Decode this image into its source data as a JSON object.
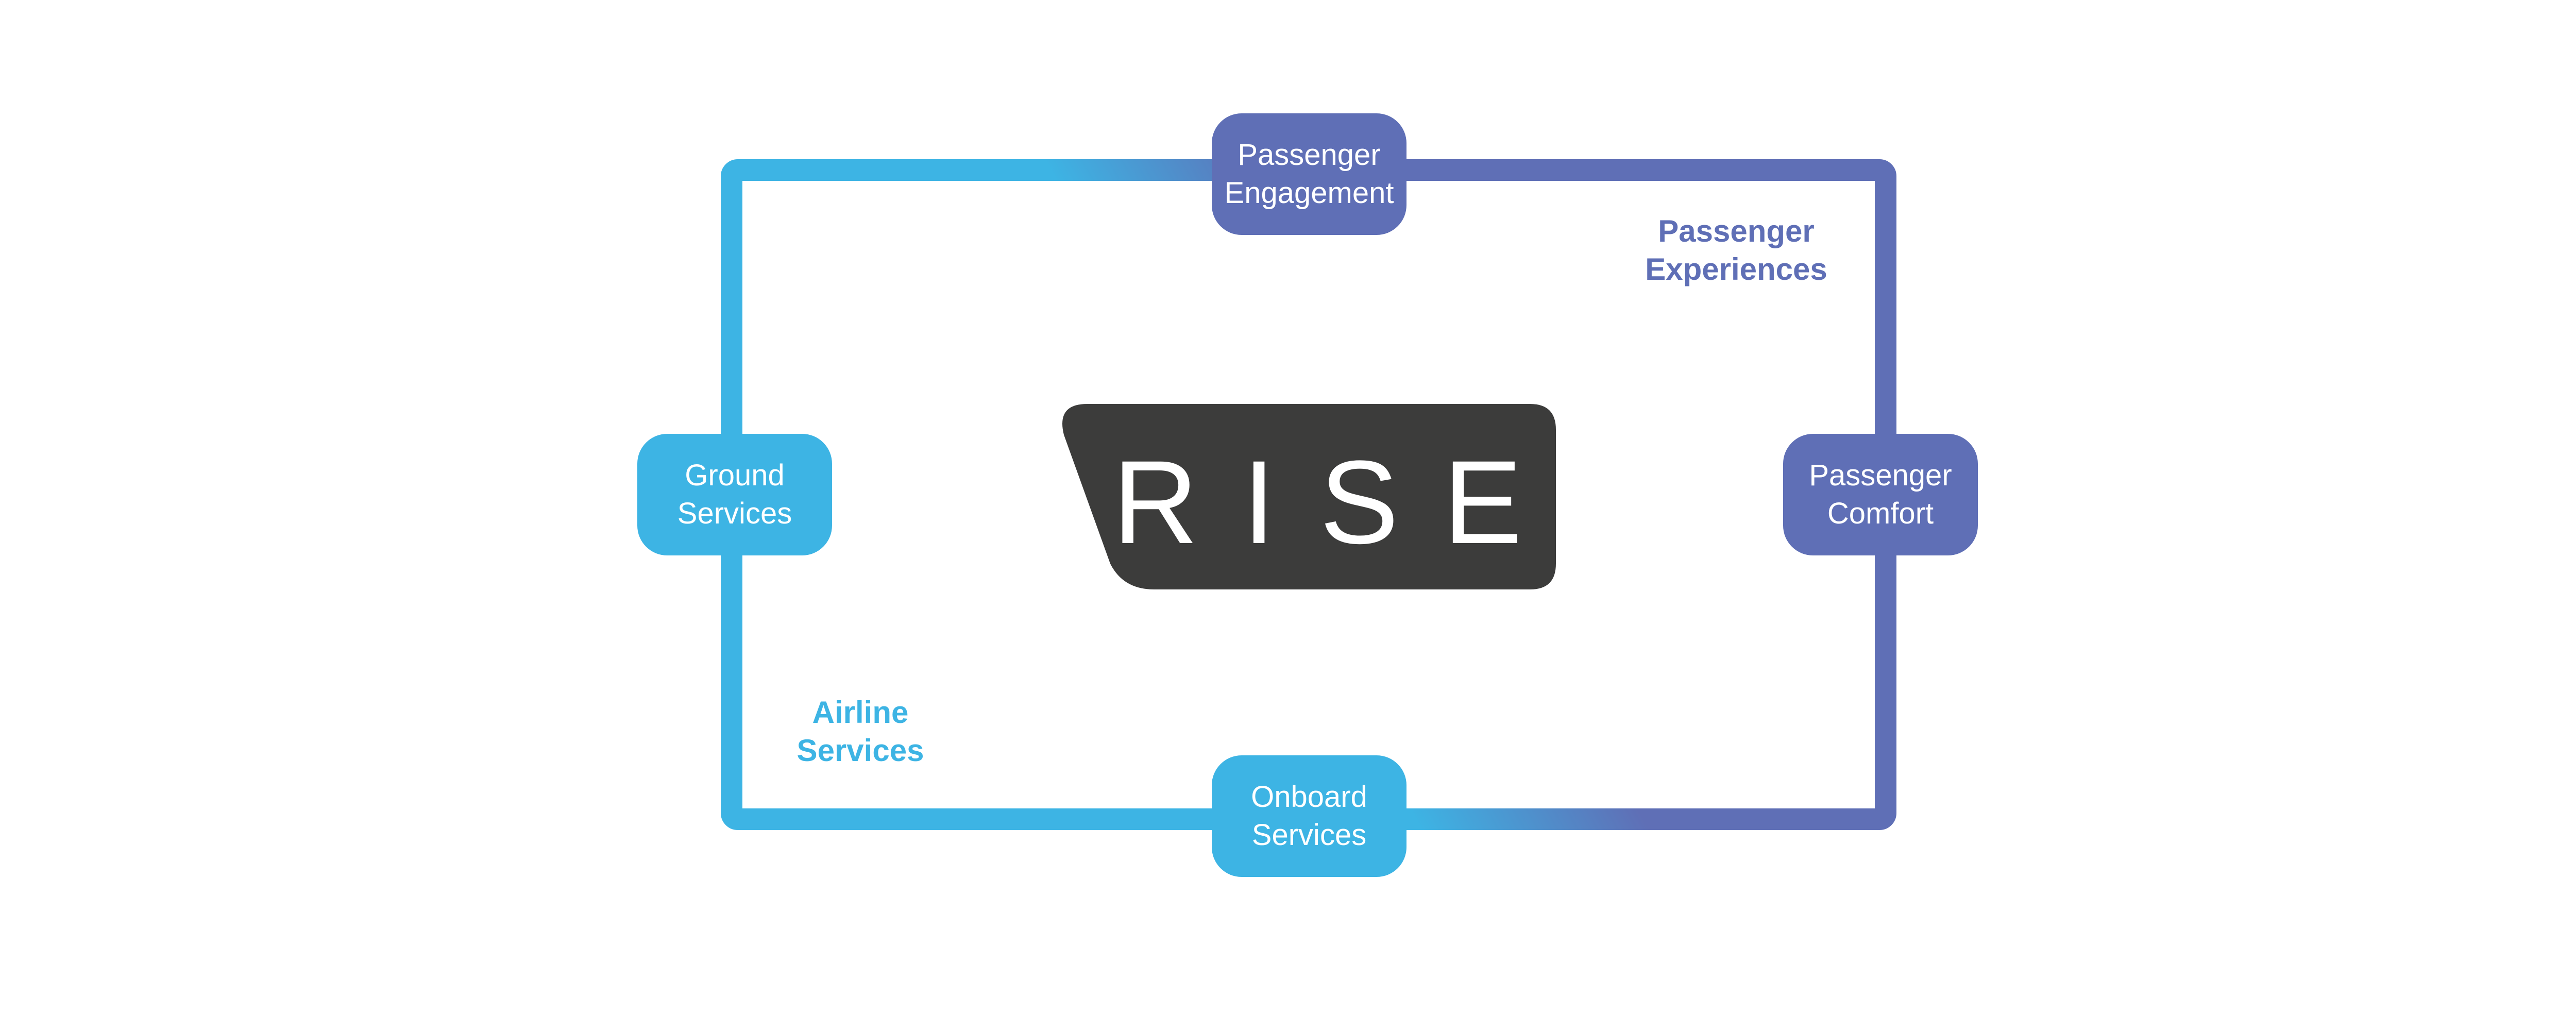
{
  "logo": {
    "text": "RISE",
    "background_color": "#3c3c3b",
    "text_color": "#ffffff"
  },
  "nodes": {
    "passenger_engagement": {
      "line1": "Passenger",
      "line2": "Engagement"
    },
    "ground_services": {
      "line1": "Ground",
      "line2": "Services"
    },
    "passenger_comfort": {
      "line1": "Passenger",
      "line2": "Comfort"
    },
    "onboard_services": {
      "line1": "Onboard",
      "line2": "Services"
    }
  },
  "regions": {
    "passenger_experiences": {
      "line1": "Passenger",
      "line2": "Experiences"
    },
    "airline_services": {
      "line1": "Airline",
      "line2": "Services"
    }
  },
  "colors": {
    "purple": "#5f6fb6",
    "cyan": "#3db4e4",
    "logo_dark": "#3c3c3b"
  }
}
